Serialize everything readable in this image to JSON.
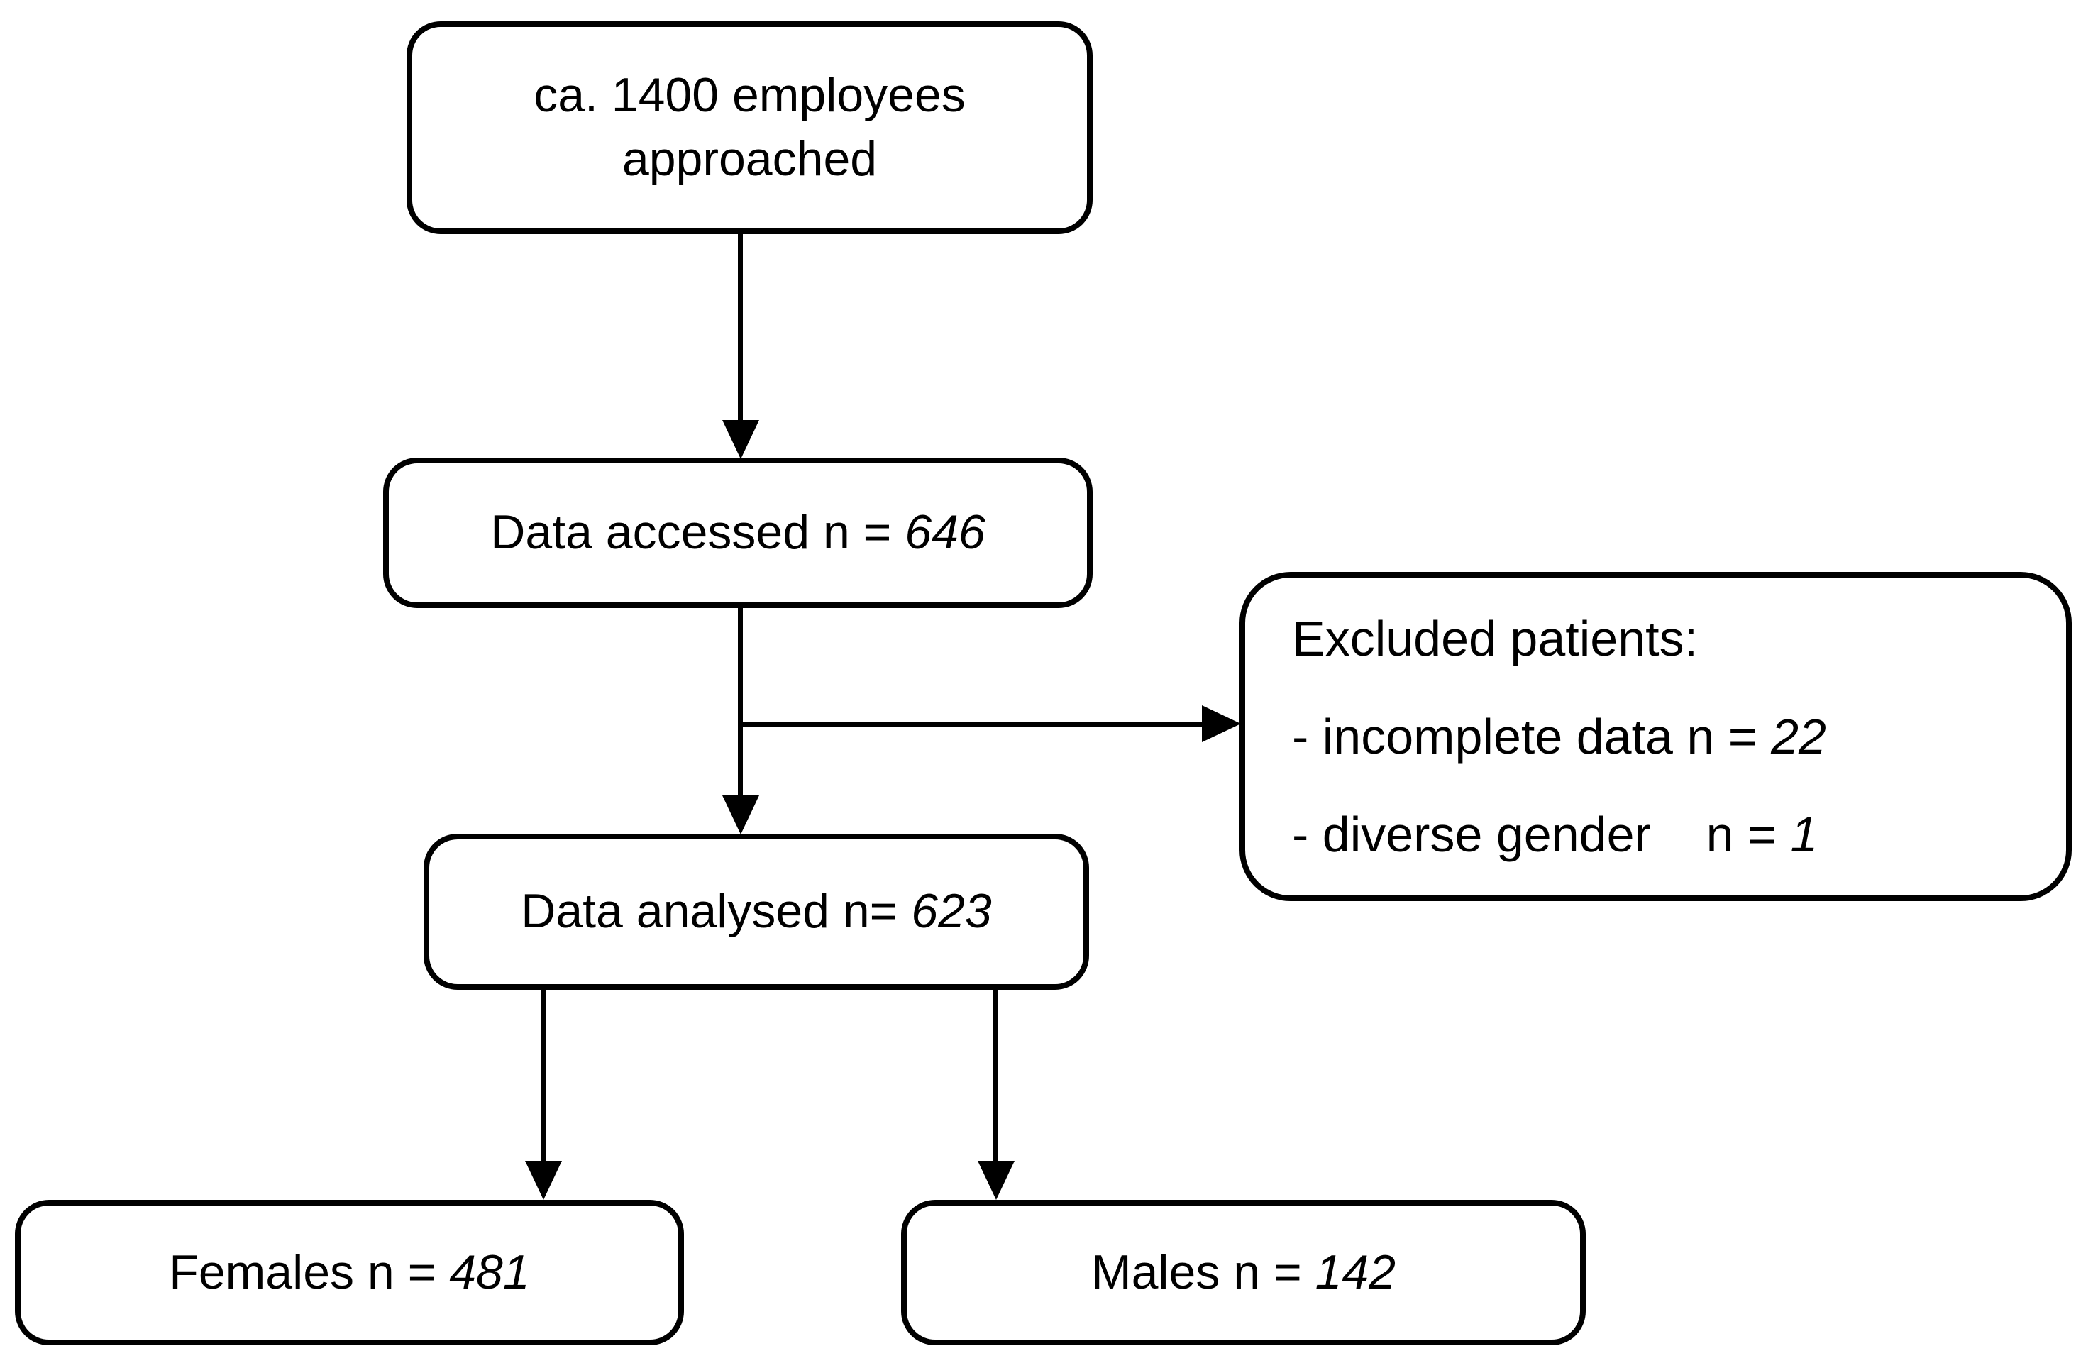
{
  "diagram": {
    "type": "flowchart",
    "background_color": "#ffffff",
    "line_color": "#000000",
    "text_color": "#000000",
    "nodes": {
      "approached": {
        "line1": "ca. 1400 employees",
        "line2": "approached"
      },
      "accessed": {
        "label": "Data accessed n = ",
        "value": "646"
      },
      "excluded": {
        "title": "Excluded patients:",
        "items": [
          {
            "label": "- incomplete data n = ",
            "value": "22"
          },
          {
            "label": "- diverse gender    n = ",
            "value": "1"
          }
        ]
      },
      "analysed": {
        "label": "Data analysed n= ",
        "value": "623"
      },
      "females": {
        "label": "Females n = ",
        "value": "481"
      },
      "males": {
        "label": "Males n = ",
        "value": "142"
      }
    }
  }
}
